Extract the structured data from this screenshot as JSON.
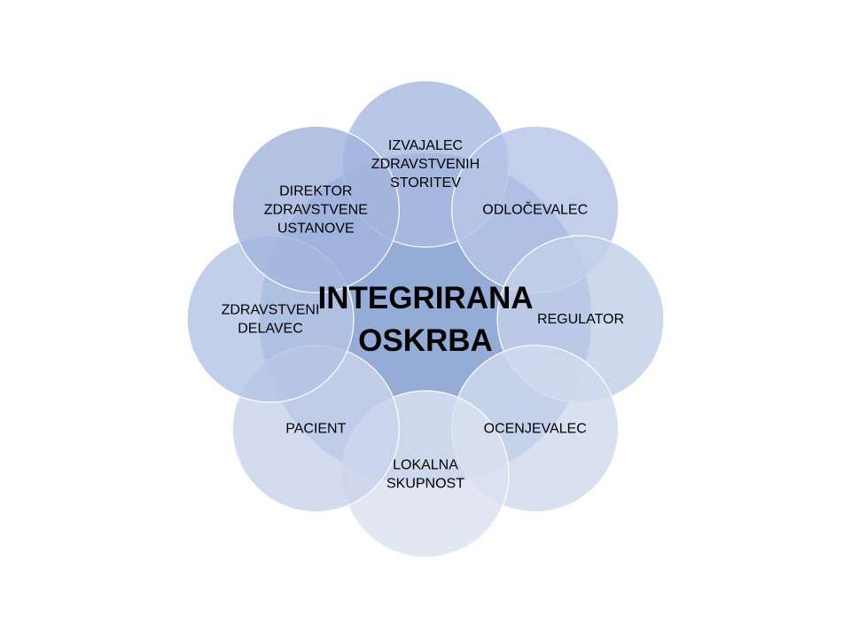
{
  "diagram": {
    "center": {
      "lines": [
        "INTEGRIRANA",
        "OSKRBA"
      ],
      "fill": "#8fa8d4"
    },
    "nodes": [
      {
        "id": "izvajalec",
        "lines": [
          "IZVAJALEC",
          "ZDRAVSTVENIH",
          "STORITEV"
        ],
        "fill": "#a9bbe0"
      },
      {
        "id": "odlocevalec",
        "lines": [
          "ODLOČEVALEC"
        ],
        "fill": "#b6c5e6"
      },
      {
        "id": "regulator",
        "lines": [
          "REGULATOR"
        ],
        "fill": "#c3cfe9"
      },
      {
        "id": "ocenjevalec",
        "lines": [
          "OCENJEVALEC"
        ],
        "fill": "#d1daee"
      },
      {
        "id": "lokalna-skupnost",
        "lines": [
          "LOKALNA",
          "SKUPNOST"
        ],
        "fill": "#dbe2f0"
      },
      {
        "id": "pacient",
        "lines": [
          "PACIENT"
        ],
        "fill": "#c9d3eb"
      },
      {
        "id": "zdravstveni-delavec",
        "lines": [
          "ZDRAVSTVENI",
          "DELAVEC"
        ],
        "fill": "#b5c4e5"
      },
      {
        "id": "direktor",
        "lines": [
          "DIREKTOR",
          "ZDRAVSTVENE",
          "USTANOVE"
        ],
        "fill": "#a2b5dd"
      }
    ]
  }
}
